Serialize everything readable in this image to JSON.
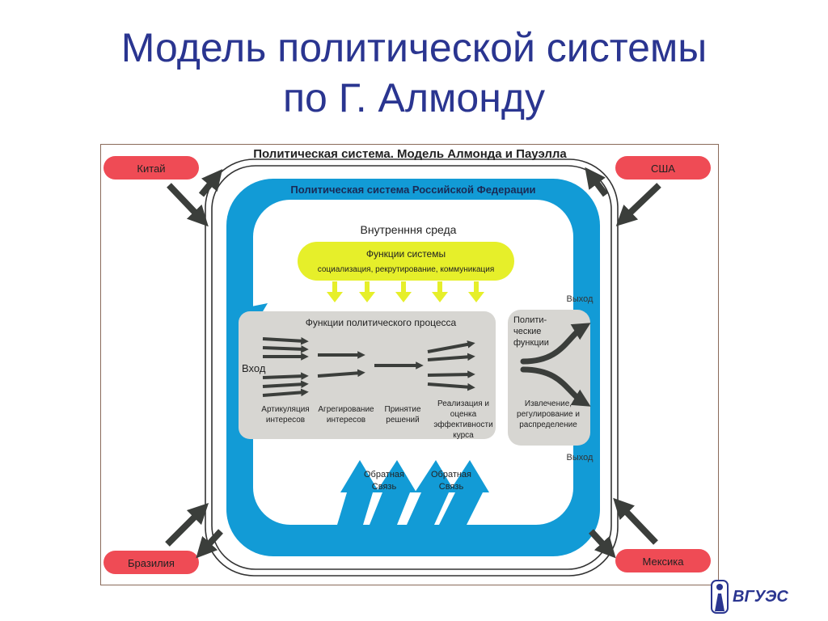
{
  "slide": {
    "title_line1": "Модель политической системы",
    "title_line2": "по Г. Алмонду"
  },
  "diagram": {
    "header": "Политическая система. Модель Алмонда и Пауэлла",
    "subheader": "Политическая система Российской Федерации",
    "environment": "Внутренння среда",
    "system_functions": {
      "title": "Функции системы",
      "subtitle": "социализация, рекрутирование, коммуникация"
    },
    "process": {
      "title": "Функции политического процесса",
      "input": "Вход",
      "stages": [
        {
          "line1": "Артикуляция",
          "line2": "интересов"
        },
        {
          "line1": "Агрегирование",
          "line2": "интересов"
        },
        {
          "line1": "Принятие",
          "line2": "решений"
        },
        {
          "line1": "Реализация и",
          "line2": "оценка",
          "line3": "эффективности",
          "line4": "курса"
        }
      ]
    },
    "political_functions": {
      "line1": "Полити-",
      "line2": "ческие",
      "line3": "функции"
    },
    "extraction": {
      "line1": "Извлечение,",
      "line2": "регулирование и",
      "line3": "распределение"
    },
    "output_top": "Выход",
    "output_bottom": "Выход",
    "feedback_1": {
      "line1": "Обратная",
      "line2": "Связь"
    },
    "feedback_2": {
      "line1": "Обратная",
      "line2": "Связь"
    },
    "countries": {
      "china": "Китай",
      "usa": "США",
      "brazil": "Бразилия",
      "mexico": "Мексика"
    }
  },
  "logo": {
    "text": "ВГУЭС"
  },
  "colors": {
    "title": "#2a3590",
    "cycle_blue": "#129bd6",
    "country_red": "#ef4b55",
    "functions_yellow": "#e6ef2a",
    "process_gray": "#d7d6d2",
    "arrow_dark": "#3b3e3b"
  }
}
